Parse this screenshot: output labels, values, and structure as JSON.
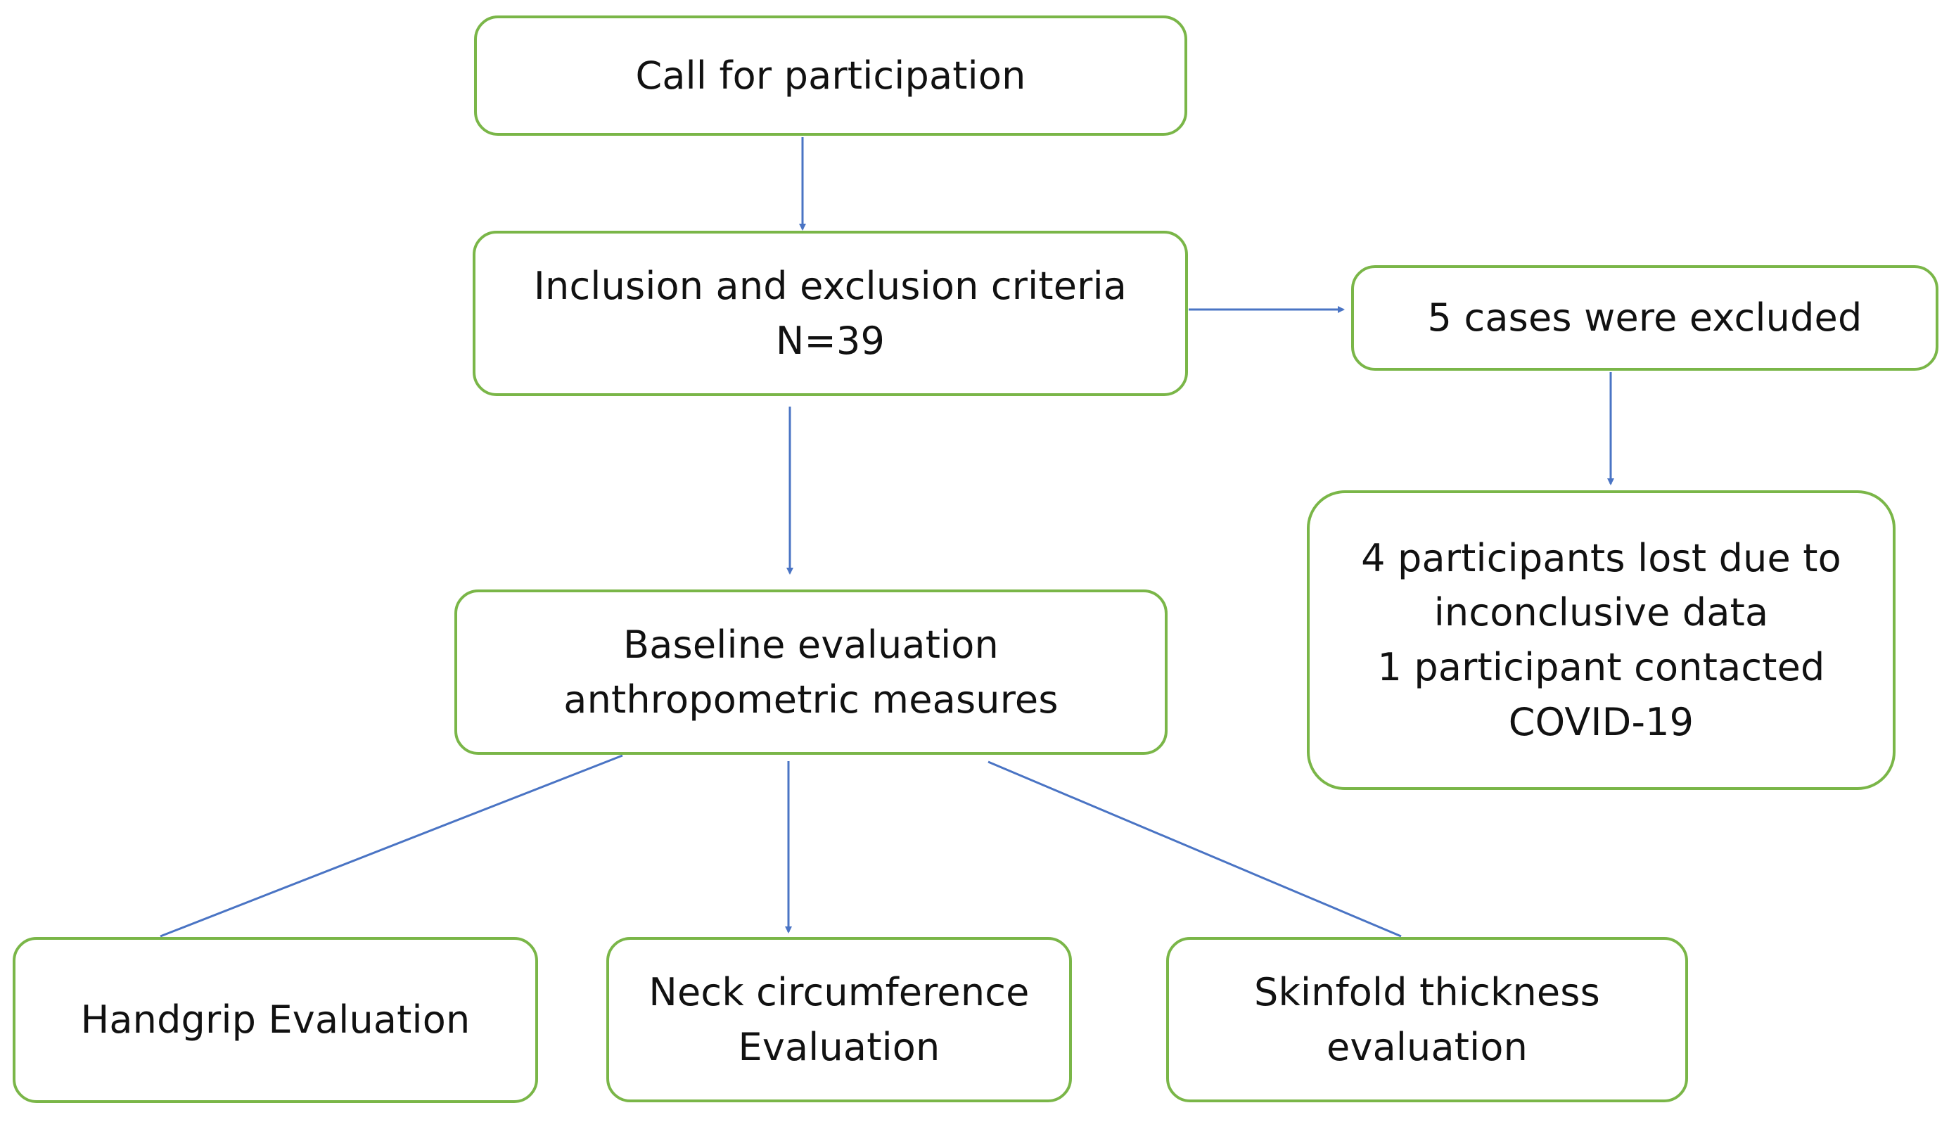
{
  "colors": {
    "box_border": "#7ab648",
    "connector": "#4a74c4",
    "text": "#111111",
    "background": "#ffffff"
  },
  "nodes": {
    "call": {
      "lines": [
        "Call for participation"
      ]
    },
    "criteria": {
      "lines": [
        "Inclusion and exclusion criteria",
        "N=39"
      ]
    },
    "excluded": {
      "lines": [
        "5 cases were excluded"
      ]
    },
    "lost": {
      "lines": [
        "4 participants lost due to",
        "inconclusive data",
        "1 participant contacted",
        "COVID-19"
      ]
    },
    "baseline": {
      "lines": [
        "Baseline evaluation",
        "anthropometric measures"
      ]
    },
    "handgrip": {
      "lines": [
        "Handgrip Evaluation"
      ]
    },
    "neck": {
      "lines": [
        "Neck circumference",
        "Evaluation"
      ]
    },
    "skinfold": {
      "lines": [
        "Skinfold thickness",
        "evaluation"
      ]
    }
  },
  "edges": [
    {
      "from": "call",
      "to": "criteria",
      "arrow": true
    },
    {
      "from": "criteria",
      "to": "excluded",
      "arrow": true
    },
    {
      "from": "excluded",
      "to": "lost",
      "arrow": true
    },
    {
      "from": "criteria",
      "to": "baseline",
      "arrow": true
    },
    {
      "from": "baseline",
      "to": "handgrip",
      "arrow": false
    },
    {
      "from": "baseline",
      "to": "neck",
      "arrow": true
    },
    {
      "from": "baseline",
      "to": "skinfold",
      "arrow": false
    }
  ]
}
